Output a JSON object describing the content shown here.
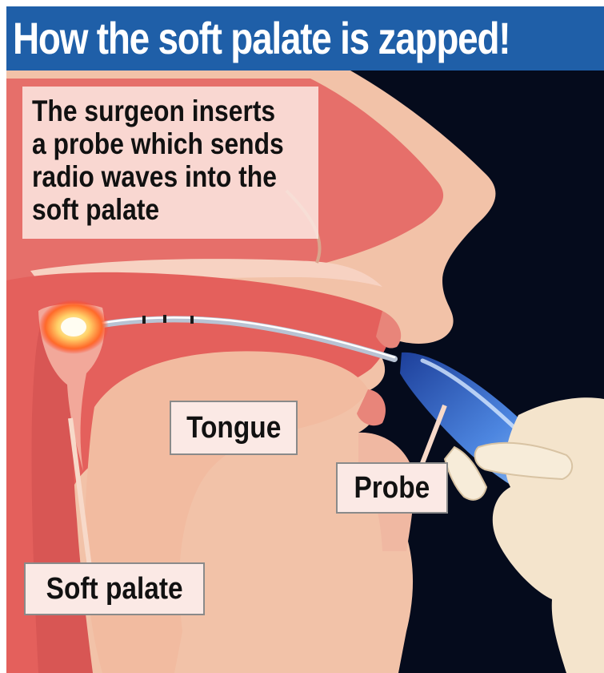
{
  "title": "How the soft palate is zapped!",
  "intro_lines": [
    "The surgeon inserts",
    "a probe which sends",
    "radio waves into the",
    "soft palate"
  ],
  "labels": {
    "tongue": "Tongue",
    "probe": "Probe",
    "soft_palate": "Soft palate"
  },
  "colors": {
    "title_bar": "#1f5fa8",
    "background": "#050b1c",
    "skin": "#f2c2a8",
    "tissue": "#e66f6a",
    "probe": "#3f6fd0",
    "glove": "#f4e4cc"
  }
}
